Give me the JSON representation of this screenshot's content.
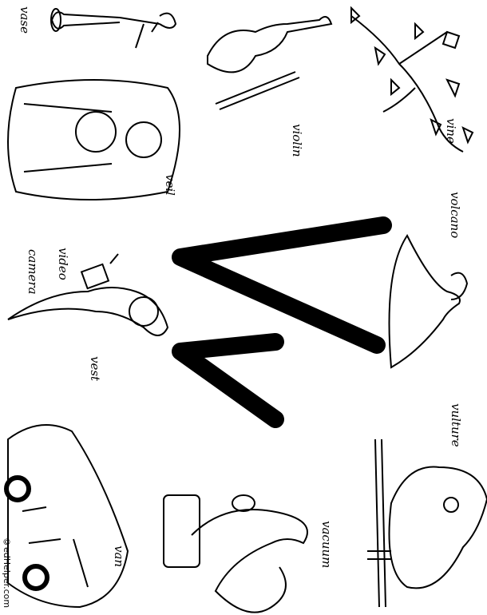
{
  "letter": {
    "uppercase": "V",
    "lowercase": "v"
  },
  "words": {
    "vase": "vase",
    "violin": "violin",
    "vine": "vine",
    "veil": "veil",
    "volcano": "volcano",
    "video": "video",
    "camera": "camera",
    "vest": "vest",
    "vulture": "vulture",
    "van": "van",
    "vacuum": "vacuum"
  },
  "copyright": "©edHelper.com"
}
